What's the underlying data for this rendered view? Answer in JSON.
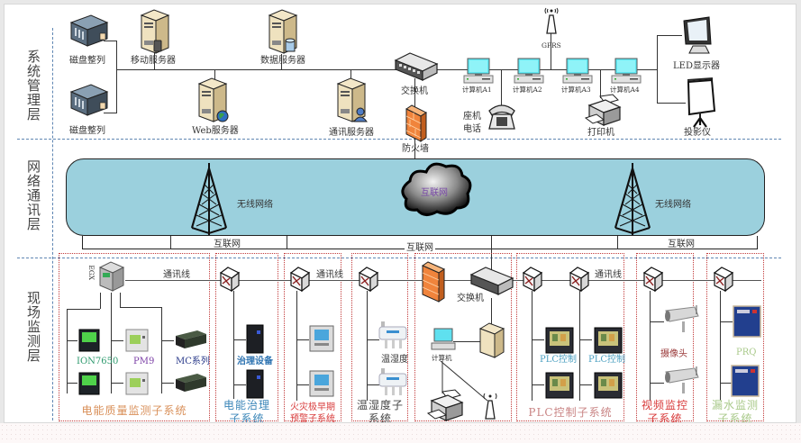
{
  "layers": {
    "management": "系统管理层",
    "network": "网络通讯层",
    "field": "现场监测层"
  },
  "management": {
    "disk_array_1": "磁盘整列",
    "disk_array_2": "磁盘整列",
    "mobile_server": "移动服务器",
    "web_server": "Web服务器",
    "data_server": "数据服务器",
    "comm_server": "通讯服务器",
    "switch": "交换机",
    "firewall": "防火墙",
    "desk_phone_line1": "座机",
    "desk_phone_line2": "电话",
    "gprs": "GPRS",
    "computers": [
      "计算机A1",
      "计算机A2",
      "计算机A3",
      "计算机A4"
    ],
    "printer": "打印机",
    "led_display": "LED显示器",
    "projector": "投影仪"
  },
  "network": {
    "wireless_left": "无线网络",
    "wireless_right": "无线网络",
    "cloud": "互联网",
    "internet_labels": [
      "互联网",
      "互联网",
      "互联网"
    ]
  },
  "field": {
    "egx": "EGX",
    "comm_line_labels": [
      "通讯线",
      "通讯线",
      "通讯线"
    ],
    "power_quality": {
      "title": "电能质量监测子系统",
      "title_color": "#d9905a",
      "devices": [
        {
          "label": "ION7650",
          "color": "#2e9a6e"
        },
        {
          "label": "PM9",
          "color": "#7b3fa6"
        },
        {
          "label": "MC系列",
          "color": "#2a3a8a"
        }
      ]
    },
    "power_governance": {
      "title_line1": "电能治理",
      "title_line2": "子系统",
      "title_color": "#3b86b8",
      "device": "治理设备",
      "device_color": "#2c72b0"
    },
    "fire_warning": {
      "title_line1": "火灾极早期",
      "title_line2": "预警子系统",
      "title_color": "#d83a3a"
    },
    "temp_humidity": {
      "title_line1": "温湿度子",
      "title_line2": "系统",
      "title_color": "#444444",
      "device": "温湿度"
    },
    "central": {
      "switch": "交换机",
      "computer": "计算机"
    },
    "plc": {
      "title": "PLC控制子系统",
      "title_color": "#c98484",
      "devices": [
        "PLC控制",
        "PLC控制"
      ],
      "device_color": "#4a9fc0"
    },
    "video": {
      "title_line1": "视频监控",
      "title_line2": "子系统",
      "title_color": "#d83a3a",
      "device": "摄像头",
      "device_color": "#9a3a3a"
    },
    "water_leak": {
      "title_line1": "漏水监测",
      "title_line2": "子系统",
      "title_color": "#a9c98a",
      "device": "PRQ",
      "device_color": "#a9c98a"
    }
  },
  "colors": {
    "layer_divider": "#5f86b3",
    "network_band": "#9bd0dd",
    "subsystem_border": "#c23b3b"
  }
}
